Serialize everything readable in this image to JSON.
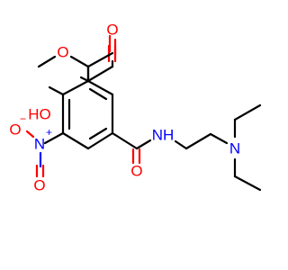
{
  "molecule": {
    "atom_labels": {
      "ester_carbonyl_o": "O",
      "ester_ether_o": "O",
      "hydroxyl": "HO",
      "nitro_n": "N",
      "nitro_n_charge": "+",
      "nitro_o_single": "O",
      "nitro_o_single_charge": "−",
      "nitro_o_double": "O",
      "amide_o": "O",
      "amide_nh": "NH",
      "amine_n": "N"
    },
    "colors": {
      "carbon_bond": "#000000",
      "oxygen": "#ff0000",
      "nitrogen": "#0000ff",
      "background": "#ffffff"
    }
  }
}
